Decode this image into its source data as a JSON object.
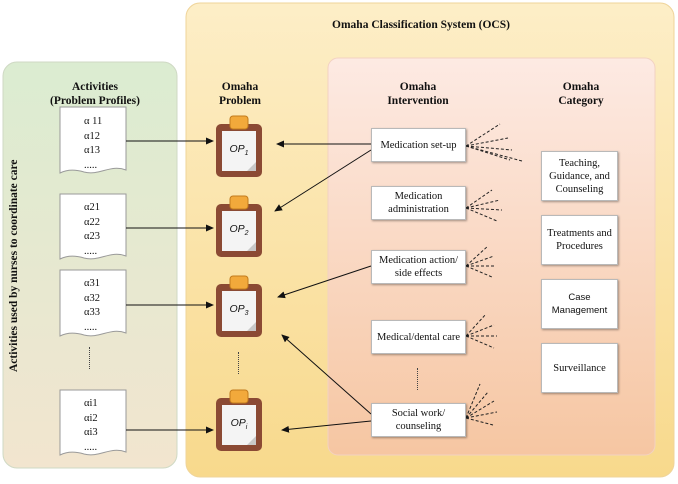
{
  "titles": {
    "ocs": "Omaha Classification System (OCS)",
    "activities": [
      "Activities",
      "(Problem Profiles)"
    ],
    "problem": [
      "Omaha",
      "Problem"
    ],
    "intervention": [
      "Omaha",
      "Intervention"
    ],
    "category": [
      "Omaha",
      "Category"
    ],
    "side": "Activities used by nurses to coordinate care"
  },
  "profiles": [
    {
      "lines": [
        "α 11",
        "α12",
        "α13"
      ],
      "more": "....."
    },
    {
      "lines": [
        "α21",
        "α22",
        "α23"
      ],
      "more": "....."
    },
    {
      "lines": [
        "α31",
        "α32",
        "α33"
      ],
      "more": "....."
    },
    {
      "lines": [
        "αi1",
        "αi2",
        "αi3"
      ],
      "more": "....."
    }
  ],
  "profile_gap_dots": "......",
  "problems": [
    {
      "base": "OP",
      "sub": "1"
    },
    {
      "base": "OP",
      "sub": "2"
    },
    {
      "base": "OP",
      "sub": "3"
    },
    {
      "base": "OP",
      "sub": "i"
    }
  ],
  "interventions": [
    "Medication set-up",
    "Medication administration",
    "Medication action/ side effects",
    "Medical/dental care",
    "Social work/ counseling"
  ],
  "categories": [
    "Teaching, Guidance, and Counseling",
    "Treatments and Procedures",
    "Case Management",
    "Surveillance"
  ],
  "colors": {
    "ocs_panel": "#fbe3a4",
    "activities_panel_top": "#dcebd2",
    "activities_panel_bottom": "#efe6d2",
    "intervention_panel_top": "#fde4dc",
    "intervention_panel_bottom": "#f7c9a6",
    "clipboard": "#8b4a34",
    "clip": "#f2a93b"
  }
}
